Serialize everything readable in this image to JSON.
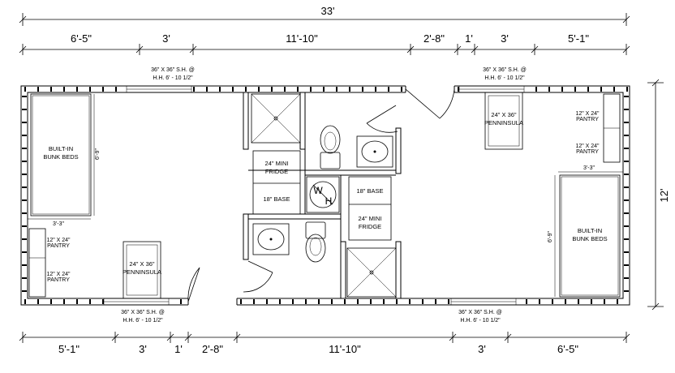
{
  "overall": {
    "width": "33'",
    "depth": "12'"
  },
  "top_dims": [
    "6'-5\"",
    "3'",
    "11'-10\"",
    "2'-8\"",
    "1'",
    "3'",
    "5'-1\""
  ],
  "bottom_dims": [
    "5'-1\"",
    "3'",
    "1'",
    "2'-8\"",
    "11'-10\"",
    "3'",
    "6'-5\""
  ],
  "window_notes": {
    "top_left": [
      "36\" X 36\" S.H. @",
      "H.H. 6' - 10 1/2\""
    ],
    "top_right": [
      "36\" X 36\" S.H. @",
      "H.H. 6' - 10 1/2\""
    ],
    "bottom_left": [
      "36\" X 36\" S.H. @",
      "H.H. 6' - 10 1/2\""
    ],
    "bottom_right": [
      "36\" X 36\" S.H. @",
      "H.H. 6' - 10 1/2\""
    ]
  },
  "rooms": {
    "left_beds": [
      "BUILT-IN",
      "BUNK BEDS"
    ],
    "right_beds": [
      "BUILT-IN",
      "BUNK BEDS"
    ],
    "bed_dim": "6'-9\"",
    "left_pantry_dim": "3'-3\"",
    "right_pantry_dim": "3'-3\"",
    "pantry": [
      "12\" X 24\"",
      "PANTRY"
    ],
    "peninsula": [
      "24\" X 36\"",
      "PENNINSULA"
    ],
    "mini_fridge": [
      "24\" MINI",
      "FRIDGE"
    ],
    "base": "18\" BASE",
    "water_heater": [
      "W",
      "H"
    ]
  }
}
